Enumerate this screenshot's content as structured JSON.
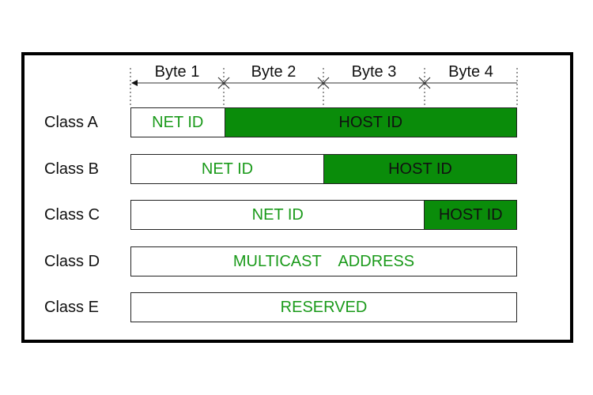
{
  "colors": {
    "host_fill": "#0a8c0a",
    "net_text": "#1a9a1a"
  },
  "header": {
    "bytes": [
      "Byte 1",
      "Byte 2",
      "Byte 3",
      "Byte 4"
    ]
  },
  "rows": [
    {
      "label": "Class A",
      "segments": [
        {
          "text": "NET ID",
          "type": "net",
          "bytes": 1
        },
        {
          "text": "HOST ID",
          "type": "host",
          "bytes": 3
        }
      ]
    },
    {
      "label": "Class B",
      "segments": [
        {
          "text": "NET ID",
          "type": "net",
          "bytes": 2
        },
        {
          "text": "HOST ID",
          "type": "host",
          "bytes": 2
        }
      ]
    },
    {
      "label": "Class C",
      "segments": [
        {
          "text": "NET ID",
          "type": "net",
          "bytes": 3
        },
        {
          "text": "HOST ID",
          "type": "host",
          "bytes": 1
        }
      ]
    },
    {
      "label": "Class D",
      "segments": [
        {
          "text": "MULTICAST    ADDRESS",
          "type": "net",
          "bytes": 4
        }
      ]
    },
    {
      "label": "Class E",
      "segments": [
        {
          "text": "RESERVED",
          "type": "net",
          "bytes": 4
        }
      ]
    }
  ]
}
